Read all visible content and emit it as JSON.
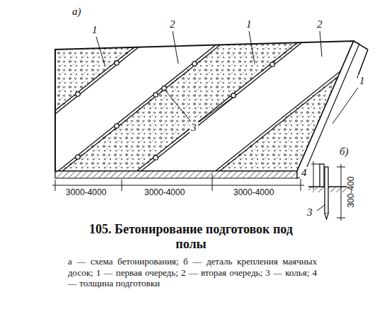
{
  "diagram": {
    "title": "105. Бетонирование подготовок под полы",
    "caption": "а — схема бетонирования; б — деталь крепления маячных досок; 1 — первая очередь; 2 — вторая очередь; 3 — колья; 4 — толщина подготовки",
    "labels": [
      "а)",
      "1",
      "2",
      "1",
      "2",
      "1",
      "3",
      "б)",
      "4",
      "3000-4000",
      "3000-4000",
      "3000-4000",
      "3",
      "300-400"
    ]
  }
}
